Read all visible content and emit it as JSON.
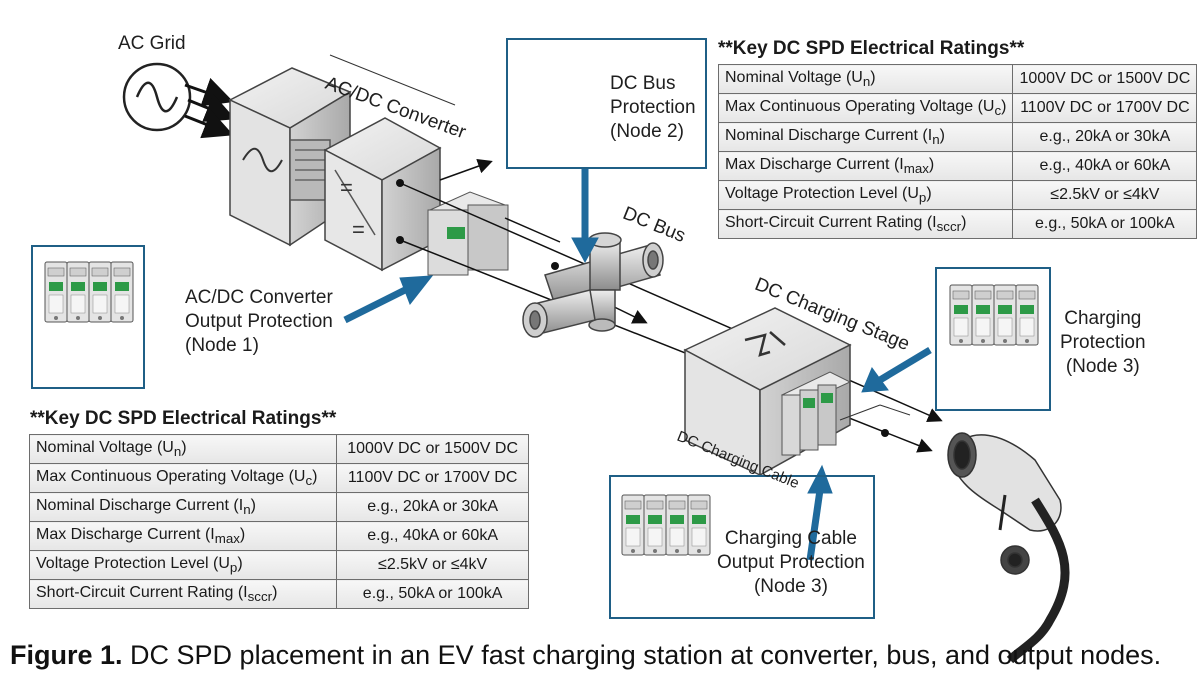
{
  "labels": {
    "ac_grid": "AC Grid",
    "acdc_converter": "AC/DC Converter",
    "dc_bus": "DC Bus",
    "dc_bus_protection": [
      "DC Bus",
      "Protection",
      "(Node 2)"
    ],
    "acdc_output_protection": [
      "AC/DC Converter",
      "Output Protection",
      "(Node 1)"
    ],
    "dc_charging_stage": "DC Charging Stage",
    "dc_charging_cable": "DC Charging Cable",
    "charging_protection": [
      "Charging",
      "Protection",
      "(Node 3)"
    ],
    "cable_output_protection": [
      "Charging Cable",
      "Output Protection",
      "(Node 3)"
    ]
  },
  "ratings_table": {
    "title": "**Key DC SPD Electrical Ratings**",
    "rows": [
      {
        "param": "Nominal Voltage (U",
        "sub": "n",
        "tail": ")",
        "value": "1000V DC or 1500V DC"
      },
      {
        "param": "Max Continuous Operating Voltage (U",
        "sub": "c",
        "tail": ")",
        "value": "1100V DC or 1700V DC"
      },
      {
        "param": "Nominal Discharge Current (I",
        "sub": "n",
        "tail": ")",
        "value": "e.g., 20kA or 30kA"
      },
      {
        "param": "Max Discharge Current (I",
        "sub": "max",
        "tail": ")",
        "value": "e.g., 40kA or 60kA"
      },
      {
        "param": "Voltage Protection Level (U",
        "sub": "p",
        "tail": ")",
        "value": "≤2.5kV or ≤4kV"
      },
      {
        "param": "Short-Circuit Current Rating (I",
        "sub": "sccr",
        "tail": ")",
        "value": "e.g., 50kA or 100kA"
      }
    ]
  },
  "caption": {
    "prefix": "Figure 1.",
    "text": " DC SPD placement in an EV fast charging station at converter, bus, and output nodes."
  },
  "colors": {
    "arrow_blue": "#1f6a9c",
    "box_border": "#1f5f86",
    "spd_green": "#2d9a47"
  }
}
